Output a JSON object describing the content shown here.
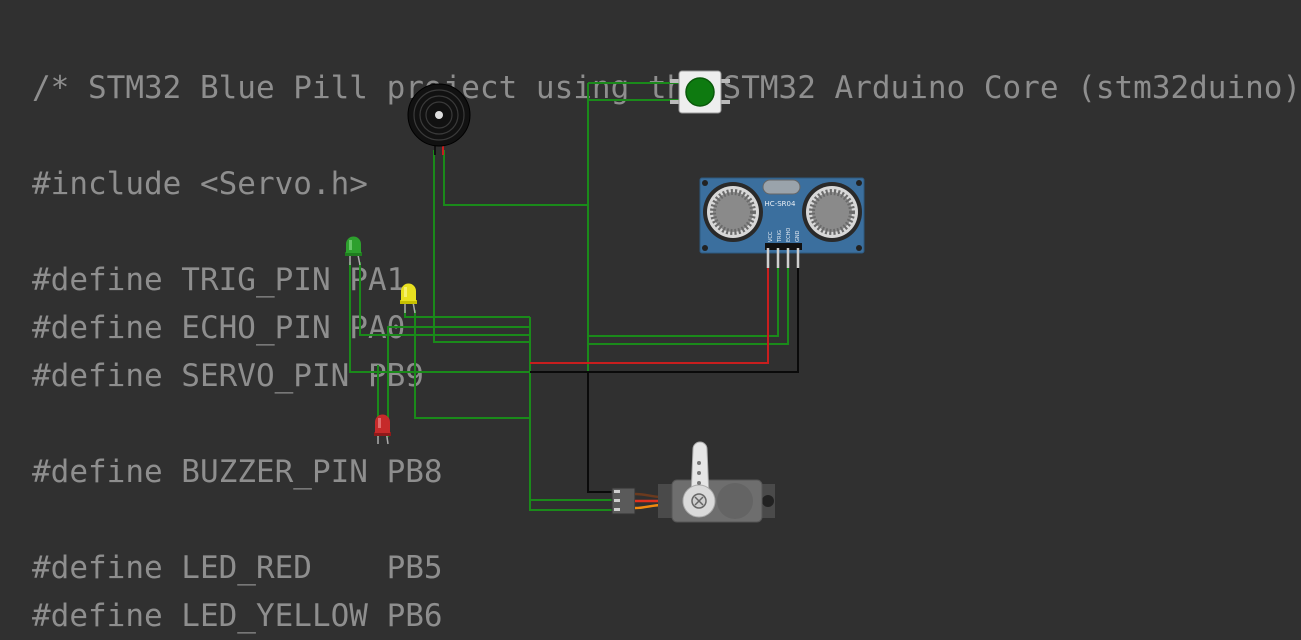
{
  "code": {
    "lines": [
      "/* STM32 Blue Pill project using the STM32 Arduino Core (stm32duino)",
      "",
      "#include <Servo.h>",
      "",
      "#define TRIG_PIN PA1",
      "#define ECHO_PIN PA0",
      "#define SERVO_PIN PB9",
      "",
      "#define BUZZER_PIN PB8",
      "",
      "#define LED_RED    PB5",
      "#define LED_YELLOW PB6"
    ]
  },
  "components": {
    "ultrasonic": {
      "label": "HC-SR04",
      "pins": [
        "VCC",
        "TRIG",
        "ECHO",
        "GND"
      ]
    }
  },
  "colors": {
    "background": "#303030",
    "code_text": "#8e8e8e",
    "wire_green": "#1a8a1a",
    "wire_red": "#c81e1e",
    "wire_black": "#0a0a0a",
    "sensor_board": "#3b6f9e"
  }
}
